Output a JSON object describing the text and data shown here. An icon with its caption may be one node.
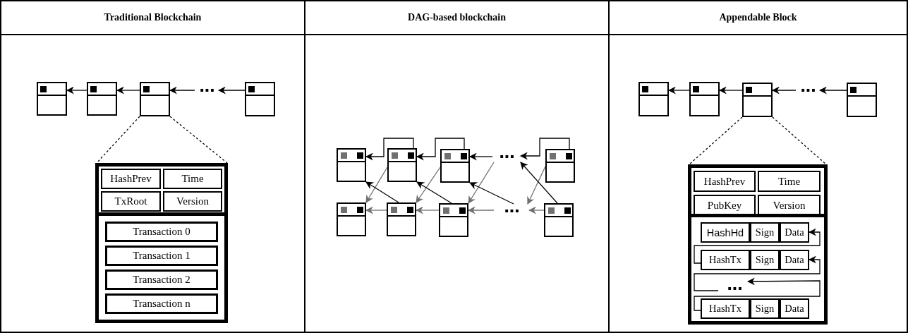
{
  "diagram": {
    "nodes": [
      {
        "text": [
          "Traditional Blockchain"
        ]
      },
      {
        "text": [],
        "shape": "box",
        "in": 0
      },
      {
        "text": [],
        "shape": "box",
        "in": 0
      },
      {
        "text": [],
        "shape": "box",
        "in": 0
      },
      {
        "text": [
          "..."
        ],
        "in": 0
      },
      {
        "text": [],
        "shape": "box",
        "in": 0
      },
      {
        "text": [],
        "shape": "box",
        "in": 0
      },
      {
        "text": [],
        "shape": "box",
        "in": 6
      },
      {
        "text": [
          "HashPrev"
        ],
        "in": 7
      },
      {
        "text": [
          "Time"
        ],
        "in": 7
      },
      {
        "text": [
          "TxRoot"
        ],
        "in": 7
      },
      {
        "text": [
          "Version"
        ],
        "in": 7
      },
      {
        "text": [],
        "shape": "box",
        "in": 6
      },
      {
        "text": [
          "Transaction 0"
        ],
        "in": 12
      },
      {
        "text": [
          "Transaction 1"
        ],
        "in": 12
      },
      {
        "text": [
          "Transaction 2"
        ],
        "in": 12
      },
      {
        "text": [
          "Transaction n"
        ],
        "in": 12
      },
      {
        "text": [
          "DAG-based blockchain"
        ]
      },
      {
        "text": [],
        "shape": "box",
        "in": 17
      },
      {
        "text": [],
        "shape": "box",
        "in": 17
      },
      {
        "text": [],
        "shape": "box",
        "in": 17
      },
      {
        "text": [
          "..."
        ],
        "in": 17
      },
      {
        "text": [],
        "shape": "box",
        "in": 17
      },
      {
        "text": [],
        "shape": "box",
        "in": 17
      },
      {
        "text": [],
        "shape": "box",
        "in": 17
      },
      {
        "text": [],
        "shape": "box",
        "in": 17
      },
      {
        "text": [
          "..."
        ],
        "in": 17
      },
      {
        "text": [],
        "shape": "box",
        "in": 17
      },
      {
        "text": [
          "Appendable Block"
        ]
      },
      {
        "text": [],
        "shape": "box",
        "in": 28
      },
      {
        "text": [],
        "shape": "box",
        "in": 28
      },
      {
        "text": [],
        "shape": "box",
        "in": 28
      },
      {
        "text": [
          "..."
        ],
        "in": 28
      },
      {
        "text": [],
        "shape": "box",
        "in": 28
      },
      {
        "text": [],
        "shape": "box",
        "in": 28
      },
      {
        "text": [],
        "shape": "box",
        "in": 34
      },
      {
        "text": [
          "HashPrev"
        ],
        "in": 35
      },
      {
        "text": [
          "Time"
        ],
        "in": 35
      },
      {
        "text": [
          "PubKey"
        ],
        "in": 35
      },
      {
        "text": [
          "Version"
        ],
        "in": 35
      },
      {
        "text": [],
        "shape": "box",
        "in": 34
      },
      {
        "text": [],
        "shape": "box",
        "in": 40
      },
      {
        "text": [
          "HashHd"
        ],
        "in": 41
      },
      {
        "text": [
          "Sign"
        ],
        "in": 41
      },
      {
        "text": [
          "Data"
        ],
        "in": 41
      },
      {
        "text": [],
        "shape": "box",
        "in": 40
      },
      {
        "text": [
          "HashTx"
        ],
        "in": 45
      },
      {
        "text": [
          "Sign"
        ],
        "in": 45
      },
      {
        "text": [
          "Data"
        ],
        "in": 45
      },
      {
        "text": [
          "..."
        ],
        "in": 40
      },
      {
        "text": [],
        "shape": "box",
        "in": 40
      },
      {
        "text": [
          "HashTx"
        ],
        "in": 50
      },
      {
        "text": [
          "Sign"
        ],
        "in": 50
      },
      {
        "text": [
          "Data"
        ],
        "in": 50
      }
    ],
    "edges": [
      {
        "from": 2,
        "to": 1,
        "arrow": "to"
      },
      {
        "from": 3,
        "to": 2,
        "arrow": "to"
      },
      {
        "from": 4,
        "to": 3,
        "arrow": "to"
      },
      {
        "from": 5,
        "to": 4,
        "arrow": "to"
      },
      {
        "from": 3,
        "to": 6,
        "arrow": "none",
        "style": "dashed"
      },
      {
        "from": 3,
        "to": 6,
        "arrow": "none",
        "style": "dashed"
      },
      {
        "from": 19,
        "to": 18,
        "arrow": "to"
      },
      {
        "from": 20,
        "to": 19,
        "arrow": "to"
      },
      {
        "from": 21,
        "to": 20,
        "arrow": "to"
      },
      {
        "from": 22,
        "to": 21,
        "arrow": "to"
      },
      {
        "from": 24,
        "to": 23,
        "arrow": "to",
        "color": "#707070"
      },
      {
        "from": 25,
        "to": 24,
        "arrow": "to",
        "color": "#707070"
      },
      {
        "from": 26,
        "to": 25,
        "arrow": "to",
        "color": "#707070"
      },
      {
        "from": 27,
        "to": 26,
        "arrow": "to",
        "color": "#707070"
      },
      {
        "from": 19,
        "to": 23,
        "arrow": "to",
        "color": "#707070"
      },
      {
        "from": 20,
        "to": 24,
        "arrow": "to",
        "color": "#707070"
      },
      {
        "from": 21,
        "to": 25,
        "arrow": "to",
        "color": "#707070"
      },
      {
        "from": 22,
        "to": 26,
        "arrow": "to",
        "color": "#707070"
      },
      {
        "from": 24,
        "to": 18,
        "arrow": "to"
      },
      {
        "from": 25,
        "to": 19,
        "arrow": "to"
      },
      {
        "from": 26,
        "to": 20,
        "arrow": "to"
      },
      {
        "from": 27,
        "to": 21,
        "arrow": "to"
      },
      {
        "from": 30,
        "to": 29,
        "arrow": "to"
      },
      {
        "from": 31,
        "to": 30,
        "arrow": "to"
      },
      {
        "from": 32,
        "to": 31,
        "arrow": "to"
      },
      {
        "from": 33,
        "to": 32,
        "arrow": "to"
      },
      {
        "from": 31,
        "to": 34,
        "arrow": "none",
        "style": "dashed"
      },
      {
        "from": 31,
        "to": 34,
        "arrow": "none",
        "style": "dashed"
      },
      {
        "from": 45,
        "to": 44,
        "arrow": "to"
      },
      {
        "from": 49,
        "to": 48,
        "arrow": "to"
      },
      {
        "from": 50,
        "to": 49,
        "arrow": "to"
      }
    ]
  }
}
